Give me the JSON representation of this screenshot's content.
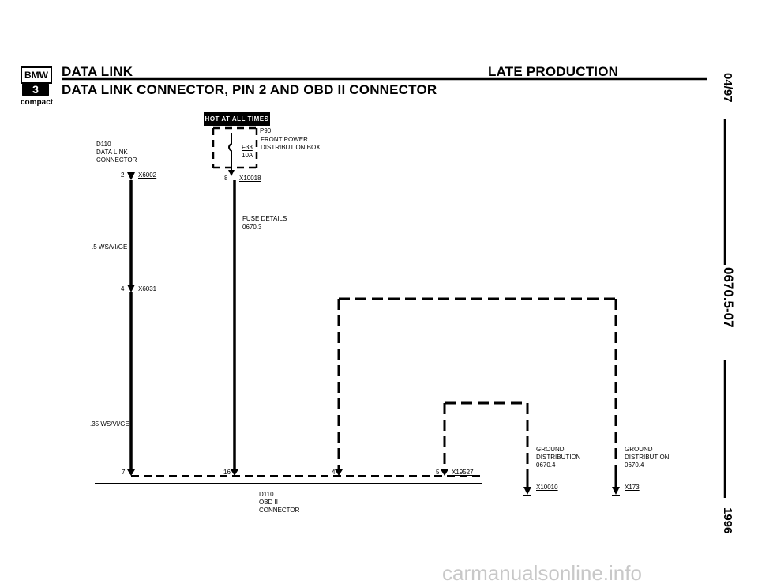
{
  "header": {
    "title": "DATA LINK",
    "subtitle": "DATA LINK CONNECTOR, PIN 2 AND OBD II CONNECTOR",
    "production": "LATE PRODUCTION",
    "logo_top": "BMW",
    "logo_model": "3",
    "logo_sub": "compact"
  },
  "side": {
    "date": "04/97",
    "page_code": "0670.5-07",
    "year": "1996"
  },
  "badge": "HOT AT ALL TIMES",
  "fuse": {
    "id": "F33",
    "rating": "10A",
    "box_code": "P90",
    "box_name_line1": "FRONT POWER",
    "box_name_line2": "DISTRIBUTION BOX",
    "pin": "8",
    "connector": "X10018",
    "details_line1": "FUSE DETAILS",
    "details_line2": "0670.3"
  },
  "data_link_connector": {
    "line1": "D110",
    "line2": "DATA LINK",
    "line3": "CONNECTOR",
    "pin": "2",
    "connector": "X6002"
  },
  "wire1": ".5 WS/VI/GE",
  "splice": {
    "pin": "4",
    "connector": "X6031"
  },
  "wire2": ".35 WS/VI/GE",
  "obd": {
    "line1": "D110",
    "line2": "OBD II",
    "line3": "CONNECTOR",
    "pins": [
      "7",
      "16",
      "4",
      "5"
    ],
    "connector": "X19527"
  },
  "ground1": {
    "line1": "GROUND",
    "line2": "DISTRIBUTION",
    "line3": "0670.4",
    "connector": "X10010"
  },
  "ground2": {
    "line1": "GROUND",
    "line2": "DISTRIBUTION",
    "line3": "0670.4",
    "connector": "X173"
  },
  "watermark": "carmanualsonline.info"
}
